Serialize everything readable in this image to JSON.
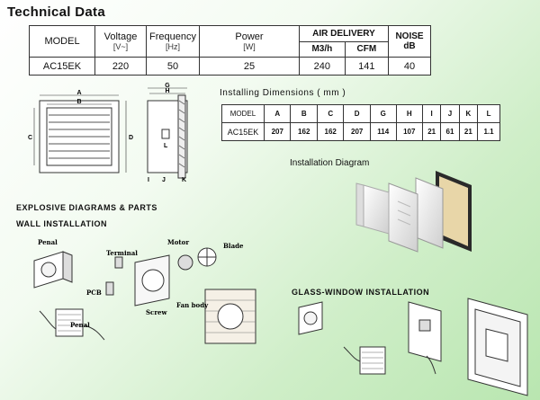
{
  "title": "Technical Data",
  "spec_table": {
    "headers": {
      "model": "MODEL",
      "voltage": "Voltage",
      "voltage_unit": "[V~]",
      "frequency": "Frequency",
      "frequency_unit": "[Hz]",
      "power": "Power",
      "power_unit": "[W]",
      "air_delivery": "AIR DELIVERY",
      "m3h": "M3/h",
      "cfm": "CFM",
      "noise": "NOISE",
      "noise_unit": "dB"
    },
    "row": {
      "model": "AC15EK",
      "voltage": "220",
      "frequency": "50",
      "power": "25",
      "m3h": "240",
      "cfm": "141",
      "noise": "40"
    }
  },
  "installing_dimensions": {
    "title": "Installing Dimensions ( mm )",
    "headers": [
      "MODEL",
      "A",
      "B",
      "C",
      "D",
      "G",
      "H",
      "I",
      "J",
      "K",
      "L"
    ],
    "values": [
      "AC15EK",
      "207",
      "162",
      "162",
      "207",
      "114",
      "107",
      "21",
      "61",
      "21",
      "1.1"
    ]
  },
  "drawing_labels": {
    "front": {
      "A": "A",
      "B": "B",
      "C": "C",
      "D": "D"
    },
    "side": {
      "G": "G",
      "H": "H",
      "L": "L",
      "I": "I",
      "J": "J",
      "K": "K"
    }
  },
  "installation_diagram_title": "Installation Diagram",
  "explosive_title": "EXPLOSIVE DIAGRAMS & PARTS",
  "wall_title": "WALL INSTALLATION",
  "glass_title": "GLASS-WINDOW INSTALLATION",
  "parts": {
    "panel_top": "Penal",
    "terminal": "Terminal",
    "motor": "Motor",
    "blade": "Blade",
    "pcb": "PCB",
    "screw": "Screw",
    "fan_body": "Fan body",
    "panel_bottom": "Penal"
  }
}
